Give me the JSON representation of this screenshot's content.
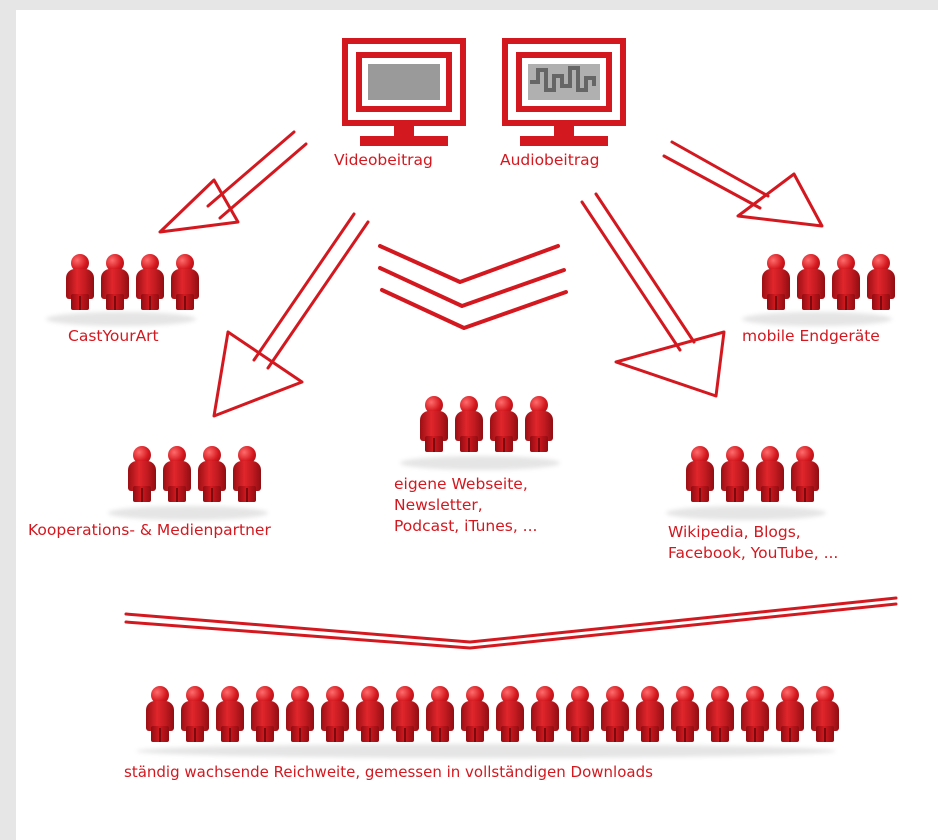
{
  "colors": {
    "accent": "#d4181f",
    "background": "#ffffff",
    "frame": "#e6e6e6"
  },
  "icons": [
    "monitor-video-icon",
    "monitor-audio-icon",
    "person-icon",
    "arrow-icon"
  ],
  "sources": {
    "video": "Videobeitrag",
    "audio": "Audiobeitrag"
  },
  "groups": {
    "castyourart": {
      "label": "CastYourArt",
      "count": 4
    },
    "mobile": {
      "label": "mobile Endgeräte",
      "count": 4
    },
    "partners": {
      "label": "Kooperations- & Medienpartner",
      "count": 4
    },
    "own": {
      "lines": [
        "eigene Webseite,",
        "Newsletter,",
        "Podcast, iTunes, ..."
      ],
      "count": 4
    },
    "social": {
      "lines": [
        "Wikipedia, Blogs,",
        "Facebook, YouTube, ..."
      ],
      "count": 4
    }
  },
  "result": {
    "label": "ständig wachsende Reichweite, gemessen in vollständigen Downloads",
    "count": 20
  }
}
